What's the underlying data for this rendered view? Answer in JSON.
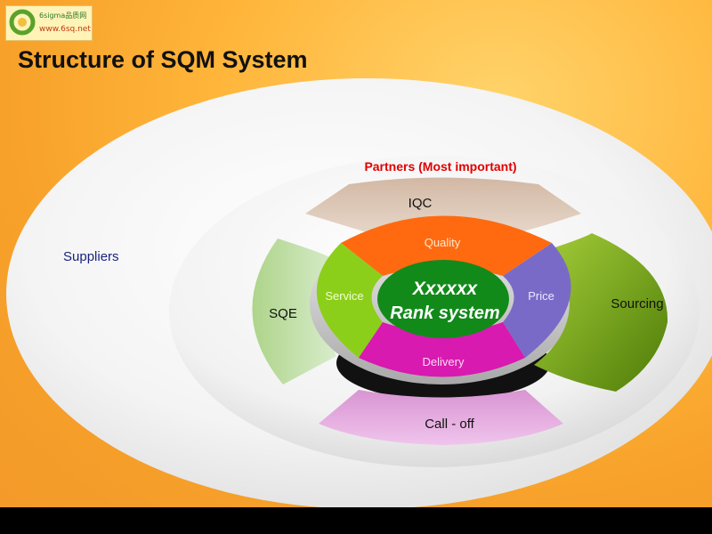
{
  "logo": {
    "name": "6sigma品质网",
    "url": "www.6sq.net"
  },
  "title": "Structure of SQM System",
  "diagram": {
    "outer_ring": "Suppliers",
    "inner_ring": "Partners (Most important)",
    "segments": {
      "top": "IQC",
      "left": "SQE",
      "right": "Sourcing",
      "bottom": "Call - off"
    },
    "core_quadrants": {
      "top": "Quality",
      "left": "Service",
      "right": "Price",
      "bottom": "Delivery"
    },
    "center": {
      "line1": "Xxxxxx",
      "line2": "Rank system"
    }
  },
  "colors": {
    "title_text": "#111111",
    "partners_label": "#e00000",
    "suppliers_label": "#1a237e",
    "iqc_segment": "#d9c0aa",
    "sqe_segment": "#c6e0a8",
    "sourcing_segment": "#6a9a12",
    "calloff_segment": "#e0a8dc",
    "quality": "#ff6a10",
    "service": "#8ccf1a",
    "price": "#7a6ac8",
    "delivery": "#d81ab0",
    "center": "#128a1a"
  }
}
